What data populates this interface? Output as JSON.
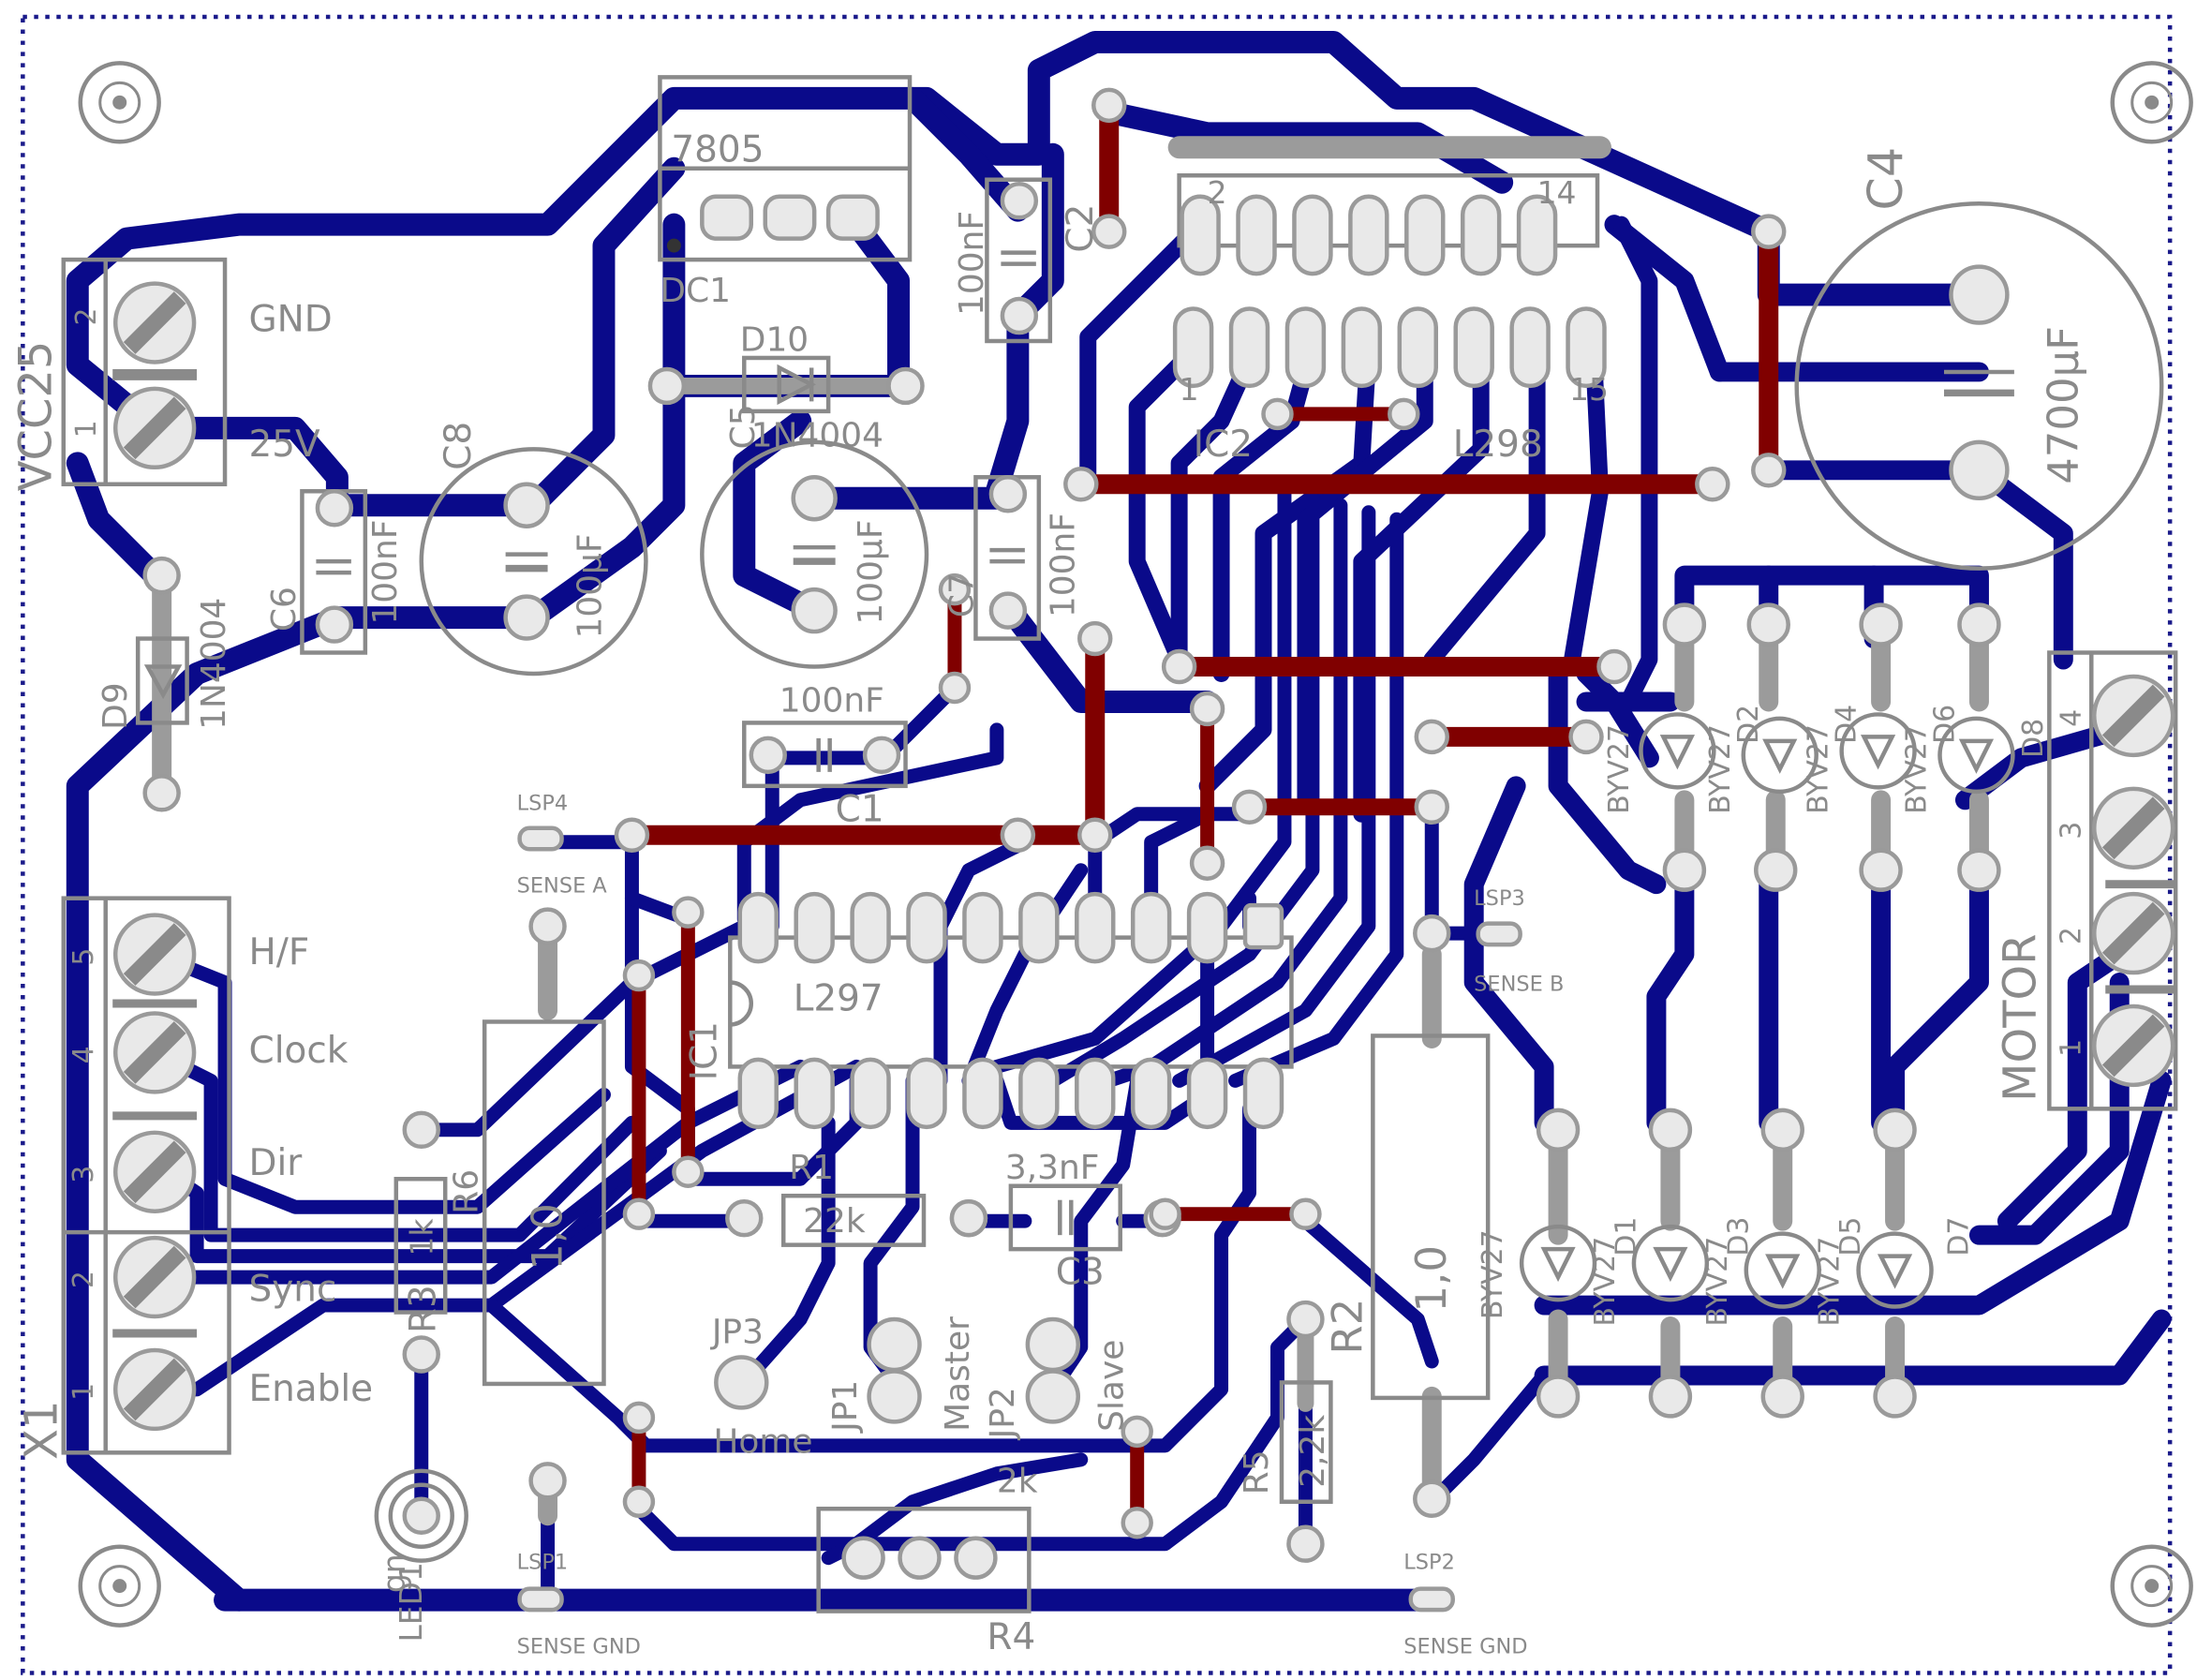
{
  "board": {
    "colors": {
      "trace": "#0a0a8a",
      "bridge": "#800000",
      "silk": "#8a8a8a",
      "pad": "#e9e9e9",
      "border": "#1a1a8a"
    }
  },
  "connectors": {
    "vcc": {
      "name": "VCC25",
      "pin_labels": [
        "GND",
        "25V"
      ],
      "pin_numbers": [
        "2",
        "1"
      ]
    },
    "x1": {
      "name": "X1",
      "pin_labels": [
        "H/F",
        "Clock",
        "Dir",
        "Sync",
        "Enable"
      ],
      "pin_numbers": [
        "5",
        "4",
        "3",
        "2",
        "1"
      ]
    },
    "motor": {
      "name": "MOTOR",
      "pin_numbers": [
        "4",
        "3",
        "2",
        "1"
      ]
    }
  },
  "parts": {
    "reg": {
      "name": "7805",
      "ref": "DC1"
    },
    "d10": {
      "ref": "D10",
      "value": "1N4004"
    },
    "d9": {
      "ref": "D9",
      "value": "1N4004"
    },
    "c8": {
      "ref": "C8",
      "value": "100µF"
    },
    "c5": {
      "ref": "C5",
      "value": "100µF"
    },
    "c6": {
      "ref": "C6",
      "value": "100nF"
    },
    "c7": {
      "ref": "C7",
      "value": "100nF"
    },
    "c2": {
      "ref": "C2",
      "value": "100nF"
    },
    "c1": {
      "ref": "C1",
      "value": "100nF"
    },
    "c3": {
      "ref": "C3",
      "value": "3,3nF"
    },
    "c4": {
      "ref": "C4",
      "value": "4700µF"
    },
    "ic2": {
      "ref": "IC2",
      "value": "L298",
      "pin_first_top": "2",
      "pin_last_top": "14",
      "pin_first_bottom": "1",
      "pin_last_bottom": "15"
    },
    "ic1": {
      "ref": "IC1",
      "value": "L297"
    },
    "r1": {
      "ref": "R1",
      "value": "22k"
    },
    "r2": {
      "ref": "R2",
      "value": "1,0"
    },
    "r3": {
      "ref": "R3",
      "value": "1,0"
    },
    "r4": {
      "ref": "R4",
      "value": "2k"
    },
    "r5": {
      "ref": "R5",
      "value": "2,2k"
    },
    "r6": {
      "ref": "R6",
      "value": "1k"
    },
    "led": {
      "ref": "LED1",
      "value": "gn"
    },
    "jp1": {
      "ref": "JP1",
      "label": "Master"
    },
    "jp2": {
      "ref": "JP2",
      "label": "Slave"
    },
    "jp3": {
      "ref": "JP3",
      "label": "Home"
    },
    "diodes": [
      "D1",
      "D2",
      "D3",
      "D4",
      "D5",
      "D6",
      "D7",
      "D8"
    ],
    "diode_value": "BYV27"
  },
  "testpoints": [
    {
      "ref": "LSP4",
      "label": "SENSE A"
    },
    {
      "ref": "LSP3",
      "label": "SENSE B"
    },
    {
      "ref": "LSP1",
      "label": "SENSE GND"
    },
    {
      "ref": "LSP2",
      "label": "SENSE GND"
    }
  ]
}
